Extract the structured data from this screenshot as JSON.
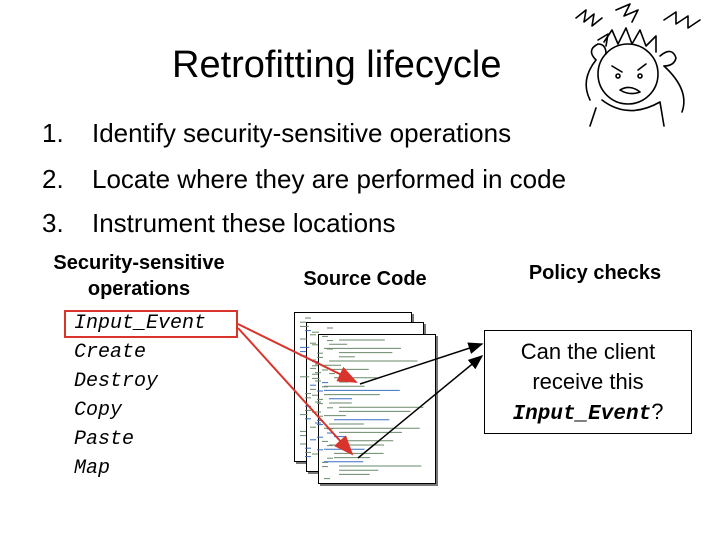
{
  "title": "Retrofitting lifecycle",
  "steps": [
    {
      "num": "1.",
      "text": "Identify security-sensitive operations"
    },
    {
      "num": "2.",
      "text": "Locate where they are performed in code"
    },
    {
      "num": "3.",
      "text": "Instrument these locations"
    }
  ],
  "operations": {
    "header_line1": "Security-sensitive",
    "header_line2": "operations",
    "items": [
      "Input_Event",
      "Create",
      "Destroy",
      "Copy",
      "Paste",
      "Map"
    ],
    "highlight_color": "#d9342b"
  },
  "source_code": {
    "header": "Source Code"
  },
  "policy": {
    "header": "Policy checks",
    "line1": "Can the client",
    "line2": "receive this",
    "code": "Input_Event",
    "suffix": "?"
  },
  "icons": [
    "frustrated-person-icon",
    "arrow-icon"
  ],
  "colors": {
    "arrow": "#d9342b",
    "text": "#000000",
    "code_text": "#3a6fc4"
  }
}
